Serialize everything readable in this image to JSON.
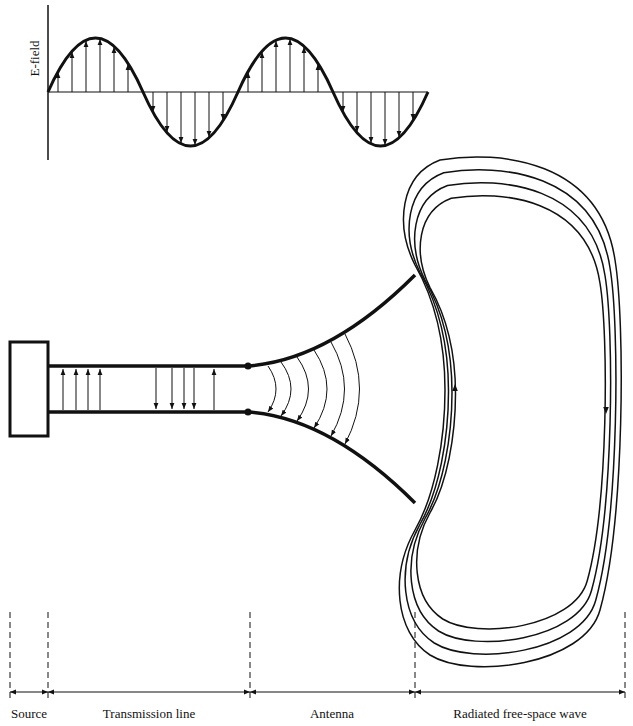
{
  "diagram": {
    "labels": [
      "E-field",
      "Source",
      "Transmission line",
      "Antenna",
      "Radiated free-space wave"
    ]
  }
}
